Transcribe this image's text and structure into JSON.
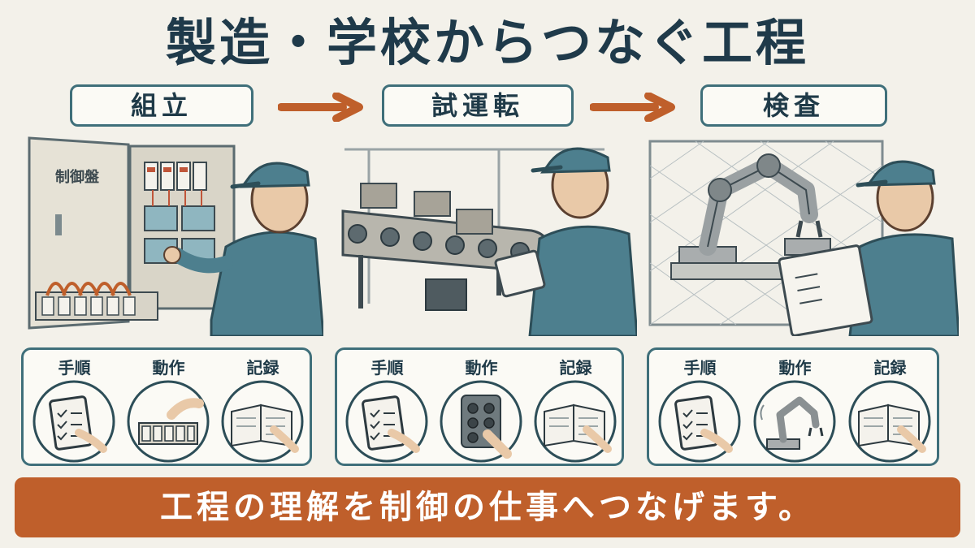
{
  "title": "製造・学校からつなぐ工程",
  "steps": [
    {
      "label": "組立"
    },
    {
      "label": "試運転"
    },
    {
      "label": "検査"
    }
  ],
  "panel_sign": "制御盤",
  "info_labels": [
    "手順",
    "動作",
    "記録"
  ],
  "banner": "工程の理解を制御の仕事へつなげます。",
  "colors": {
    "accent": "#bf5f2b",
    "teal": "#3f6f7a",
    "worker": "#4d7f8e",
    "background": "#f3f1ea"
  }
}
